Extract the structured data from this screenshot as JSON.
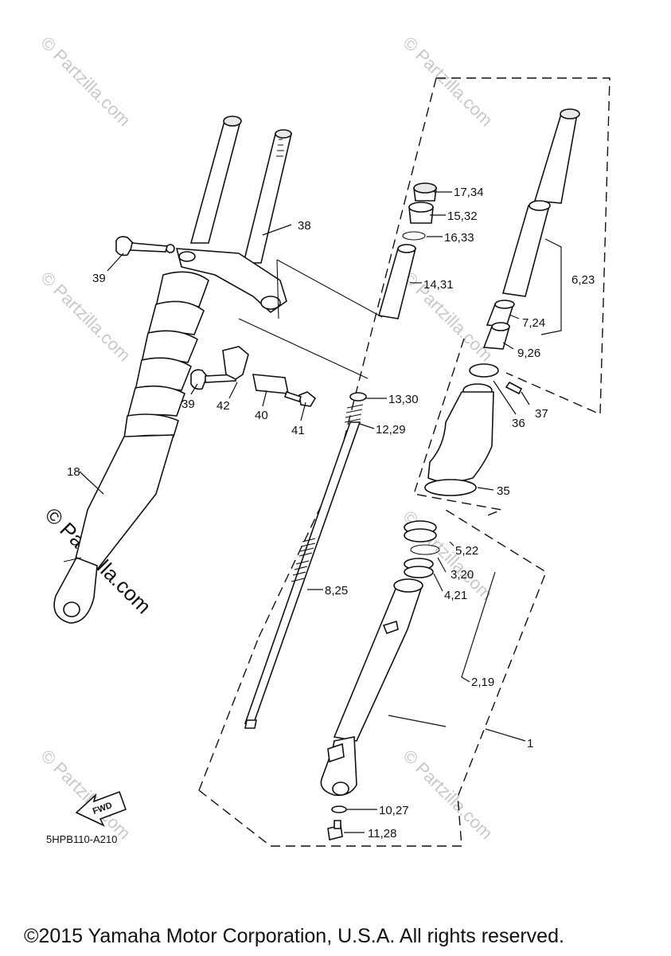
{
  "diagram": {
    "callouts": {
      "c1": "1",
      "c2_19": "2,19",
      "c3_20": "3,20",
      "c4_21": "4,21",
      "c5_22": "5,22",
      "c6_23": "6,23",
      "c7_24": "7,24",
      "c8_25": "8,25",
      "c9_26": "9,26",
      "c10_27": "10,27",
      "c11_28": "11,28",
      "c12_29": "12,29",
      "c13_30": "13,30",
      "c14_31": "14,31",
      "c15_32": "15,32",
      "c16_33": "16,33",
      "c17_34": "17,34",
      "c18": "18",
      "c35": "35",
      "c36": "36",
      "c37": "37",
      "c38": "38",
      "c39a": "39",
      "c39b": "39",
      "c40": "40",
      "c41": "41",
      "c42": "42"
    },
    "fwd_label": "FWD",
    "diagram_code": "5HPB110-A210",
    "watermark": "© Partzilla.com",
    "copyright": "©2015 Yamaha Motor Corporation, U.S.A. All rights reserved."
  }
}
